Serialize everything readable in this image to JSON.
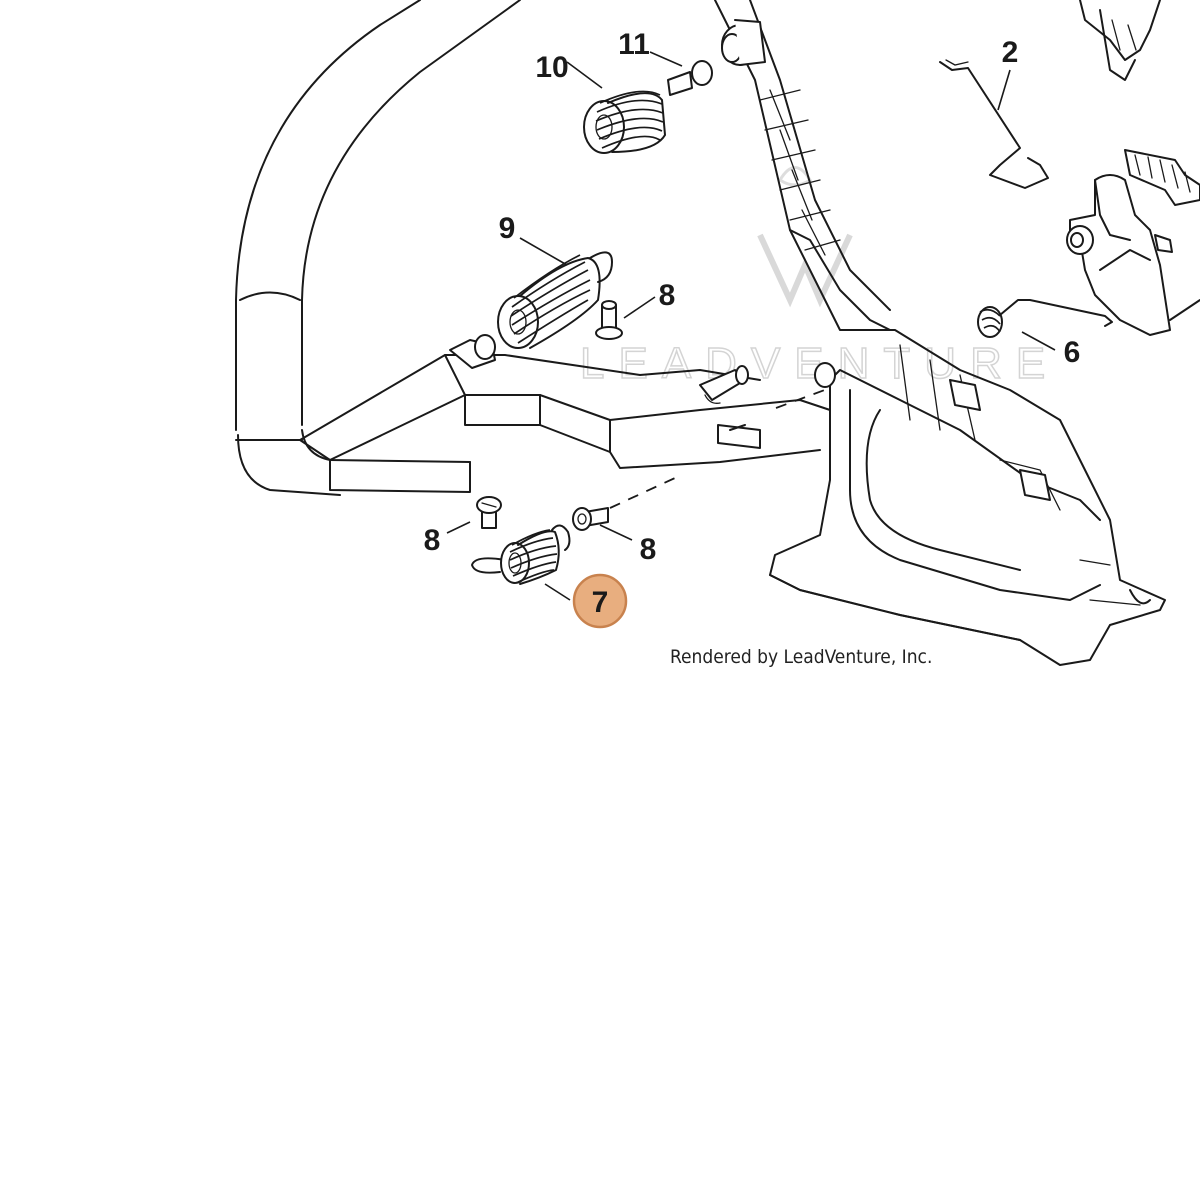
{
  "labels": {
    "p2": "2",
    "p6": "6",
    "p7": "7",
    "p8a": "8",
    "p8b": "8",
    "p8c": "8",
    "p9": "9",
    "p10": "10",
    "p11": "11"
  },
  "highlight": {
    "part": "7",
    "fill": "#E8AE7F",
    "stroke": "#C8824E"
  },
  "credit": "Rendered by LeadVenture, Inc.",
  "watermark": "LEADVENTURE"
}
